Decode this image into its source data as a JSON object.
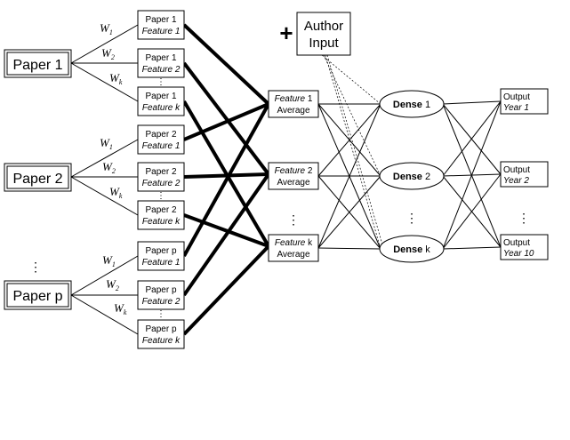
{
  "papers": [
    {
      "label": "Paper 1",
      "features": [
        {
          "line1": "Paper 1",
          "line2": "Feature 1"
        },
        {
          "line1": "Paper 1",
          "line2": "Feature 2"
        },
        {
          "line1": "Paper 1",
          "line2": "Feature k"
        }
      ]
    },
    {
      "label": "Paper 2",
      "features": [
        {
          "line1": "Paper 2",
          "line2": "Feature 1"
        },
        {
          "line1": "Paper 2",
          "line2": "Feature 2"
        },
        {
          "line1": "Paper 2",
          "line2": "Feature k"
        }
      ]
    },
    {
      "label": "Paper p",
      "features": [
        {
          "line1": "Paper p",
          "line2": "Feature 1"
        },
        {
          "line1": "Paper p",
          "line2": "Feature 2"
        },
        {
          "line1": "Paper p",
          "line2": "Feature k"
        }
      ]
    }
  ],
  "weights": {
    "w": "W",
    "subs": [
      "1",
      "2",
      "k"
    ]
  },
  "averages": [
    {
      "italic": "Feature",
      "suffix": " 1",
      "line2": "Average"
    },
    {
      "italic": "Feature",
      "suffix": " 2",
      "line2": "Average"
    },
    {
      "italic": "Feature",
      "suffix": " k",
      "line2": "Average"
    }
  ],
  "dense": [
    {
      "bold": "Dense",
      "suffix": " 1"
    },
    {
      "bold": "Dense",
      "suffix": " 2"
    },
    {
      "bold": "Dense",
      "suffix": " k"
    }
  ],
  "outputs": [
    {
      "line1": "Output",
      "line2": "Year 1"
    },
    {
      "line1": "Output",
      "line2": "Year 2"
    },
    {
      "line1": "Output",
      "line2": "Year 10"
    }
  ],
  "author_input": {
    "plus": "+",
    "line1": "Author",
    "line2": "Input"
  },
  "ellipsis": "⋮"
}
